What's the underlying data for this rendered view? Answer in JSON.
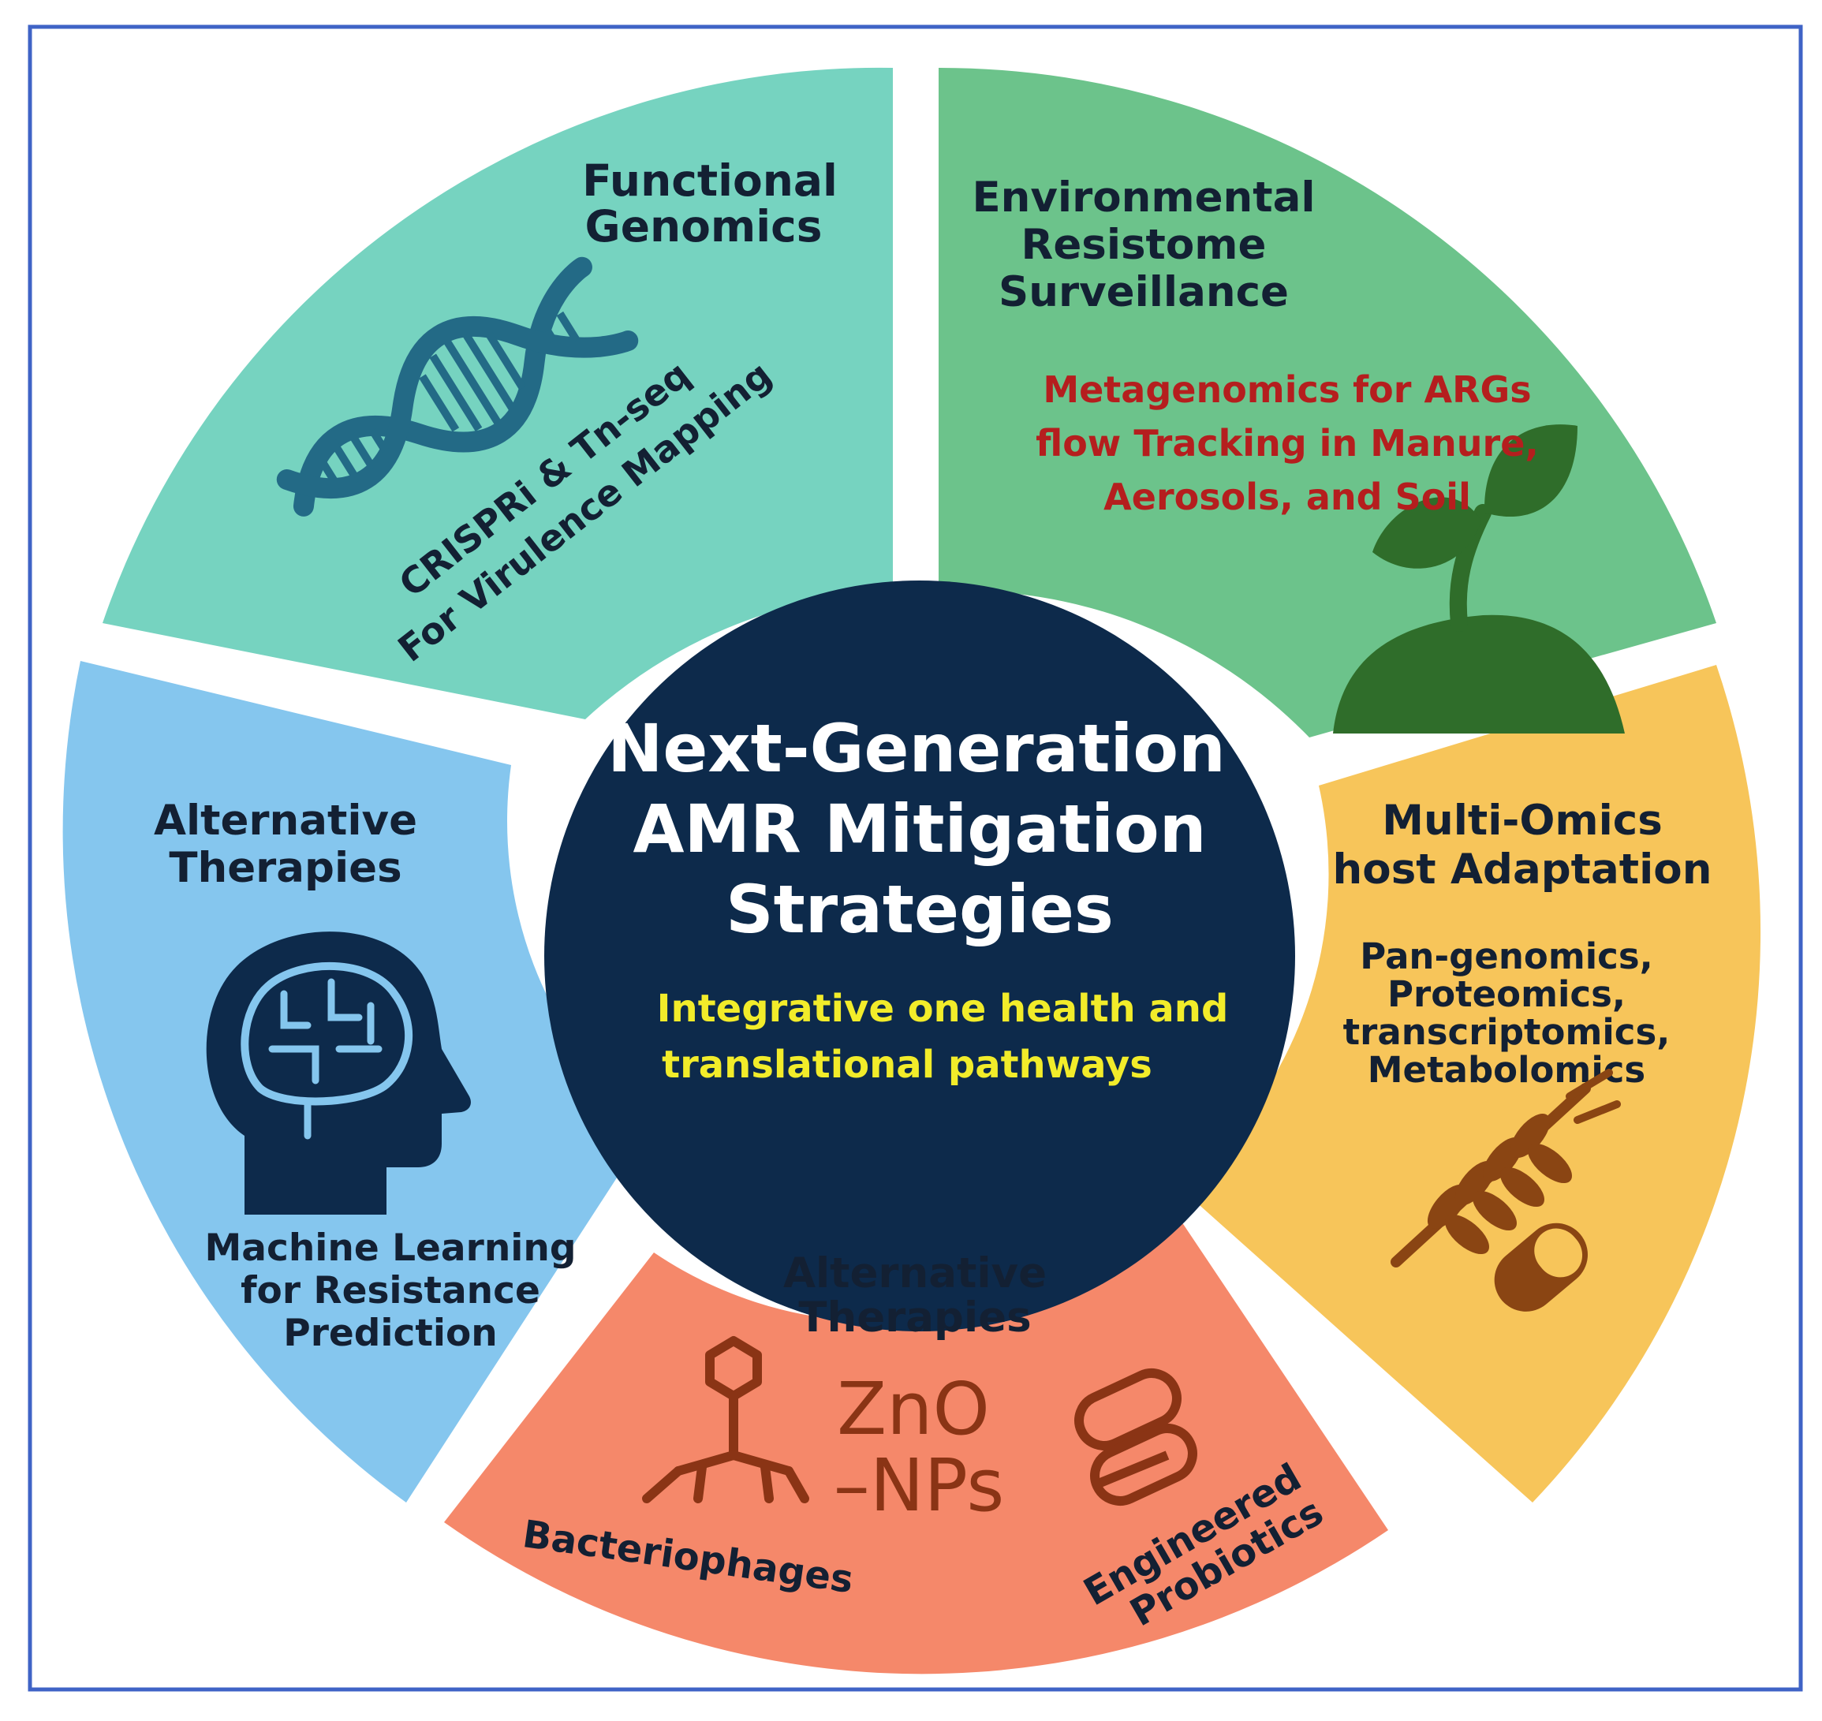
{
  "center": {
    "title_lines": [
      "Next-Generation",
      "AMR Mitigation",
      "Strategies"
    ],
    "subtitle_lines": [
      "Integrative one health and",
      "translational pathways"
    ],
    "colors": {
      "fill": "#0d2a4b",
      "title": "#ffffff",
      "subtitle": "#f2ec2a"
    }
  },
  "segments": {
    "functional_genomics": {
      "title_lines": [
        "Functional",
        "Genomics"
      ],
      "detail_lines": [
        "CRISPRi & Tn-seq",
        "For Virulence Mapping"
      ],
      "icon": "dna-helix-icon",
      "color": "#76d3c0"
    },
    "environmental": {
      "title_lines": [
        "Environmental",
        "Resistome",
        "Surveillance"
      ],
      "detail_lines": [
        "Metagenomics for ARGs",
        "flow Tracking in Manure,",
        "Aerosols, and Soil"
      ],
      "icon": "seedling-icon",
      "color": "#6cc38b",
      "detail_color": "#b51e1e"
    },
    "multi_omics": {
      "title_lines": [
        "Multi-Omics",
        "host Adaptation"
      ],
      "detail_lines": [
        "Pan-genomics,",
        "Proteomics,",
        "transcriptomics,",
        "Metabolomics"
      ],
      "icon": "wheat-capsule-icon",
      "color": "#f7c55a"
    },
    "alt_bottom": {
      "title_lines": [
        "Alternative",
        "Therapies"
      ],
      "nano_lines": [
        "ZnO",
        "–NPs"
      ],
      "left_label": "Bacteriophages",
      "right_label_lines": [
        "Engineered",
        "Probiotics"
      ],
      "icons": [
        "bacteriophage-icon",
        "probiotic-capsules-icon"
      ],
      "color": "#f5886a",
      "icon_color": "#8a3415"
    },
    "alt_left": {
      "title_lines": [
        "Alternative",
        "Therapies"
      ],
      "detail_lines": [
        "Machine Learning",
        "for Resistance",
        "Prediction"
      ],
      "icon": "brain-head-icon",
      "color": "#85c6ee"
    }
  },
  "colors": {
    "frame": "#3f63c6",
    "text_dark": "#132033"
  }
}
